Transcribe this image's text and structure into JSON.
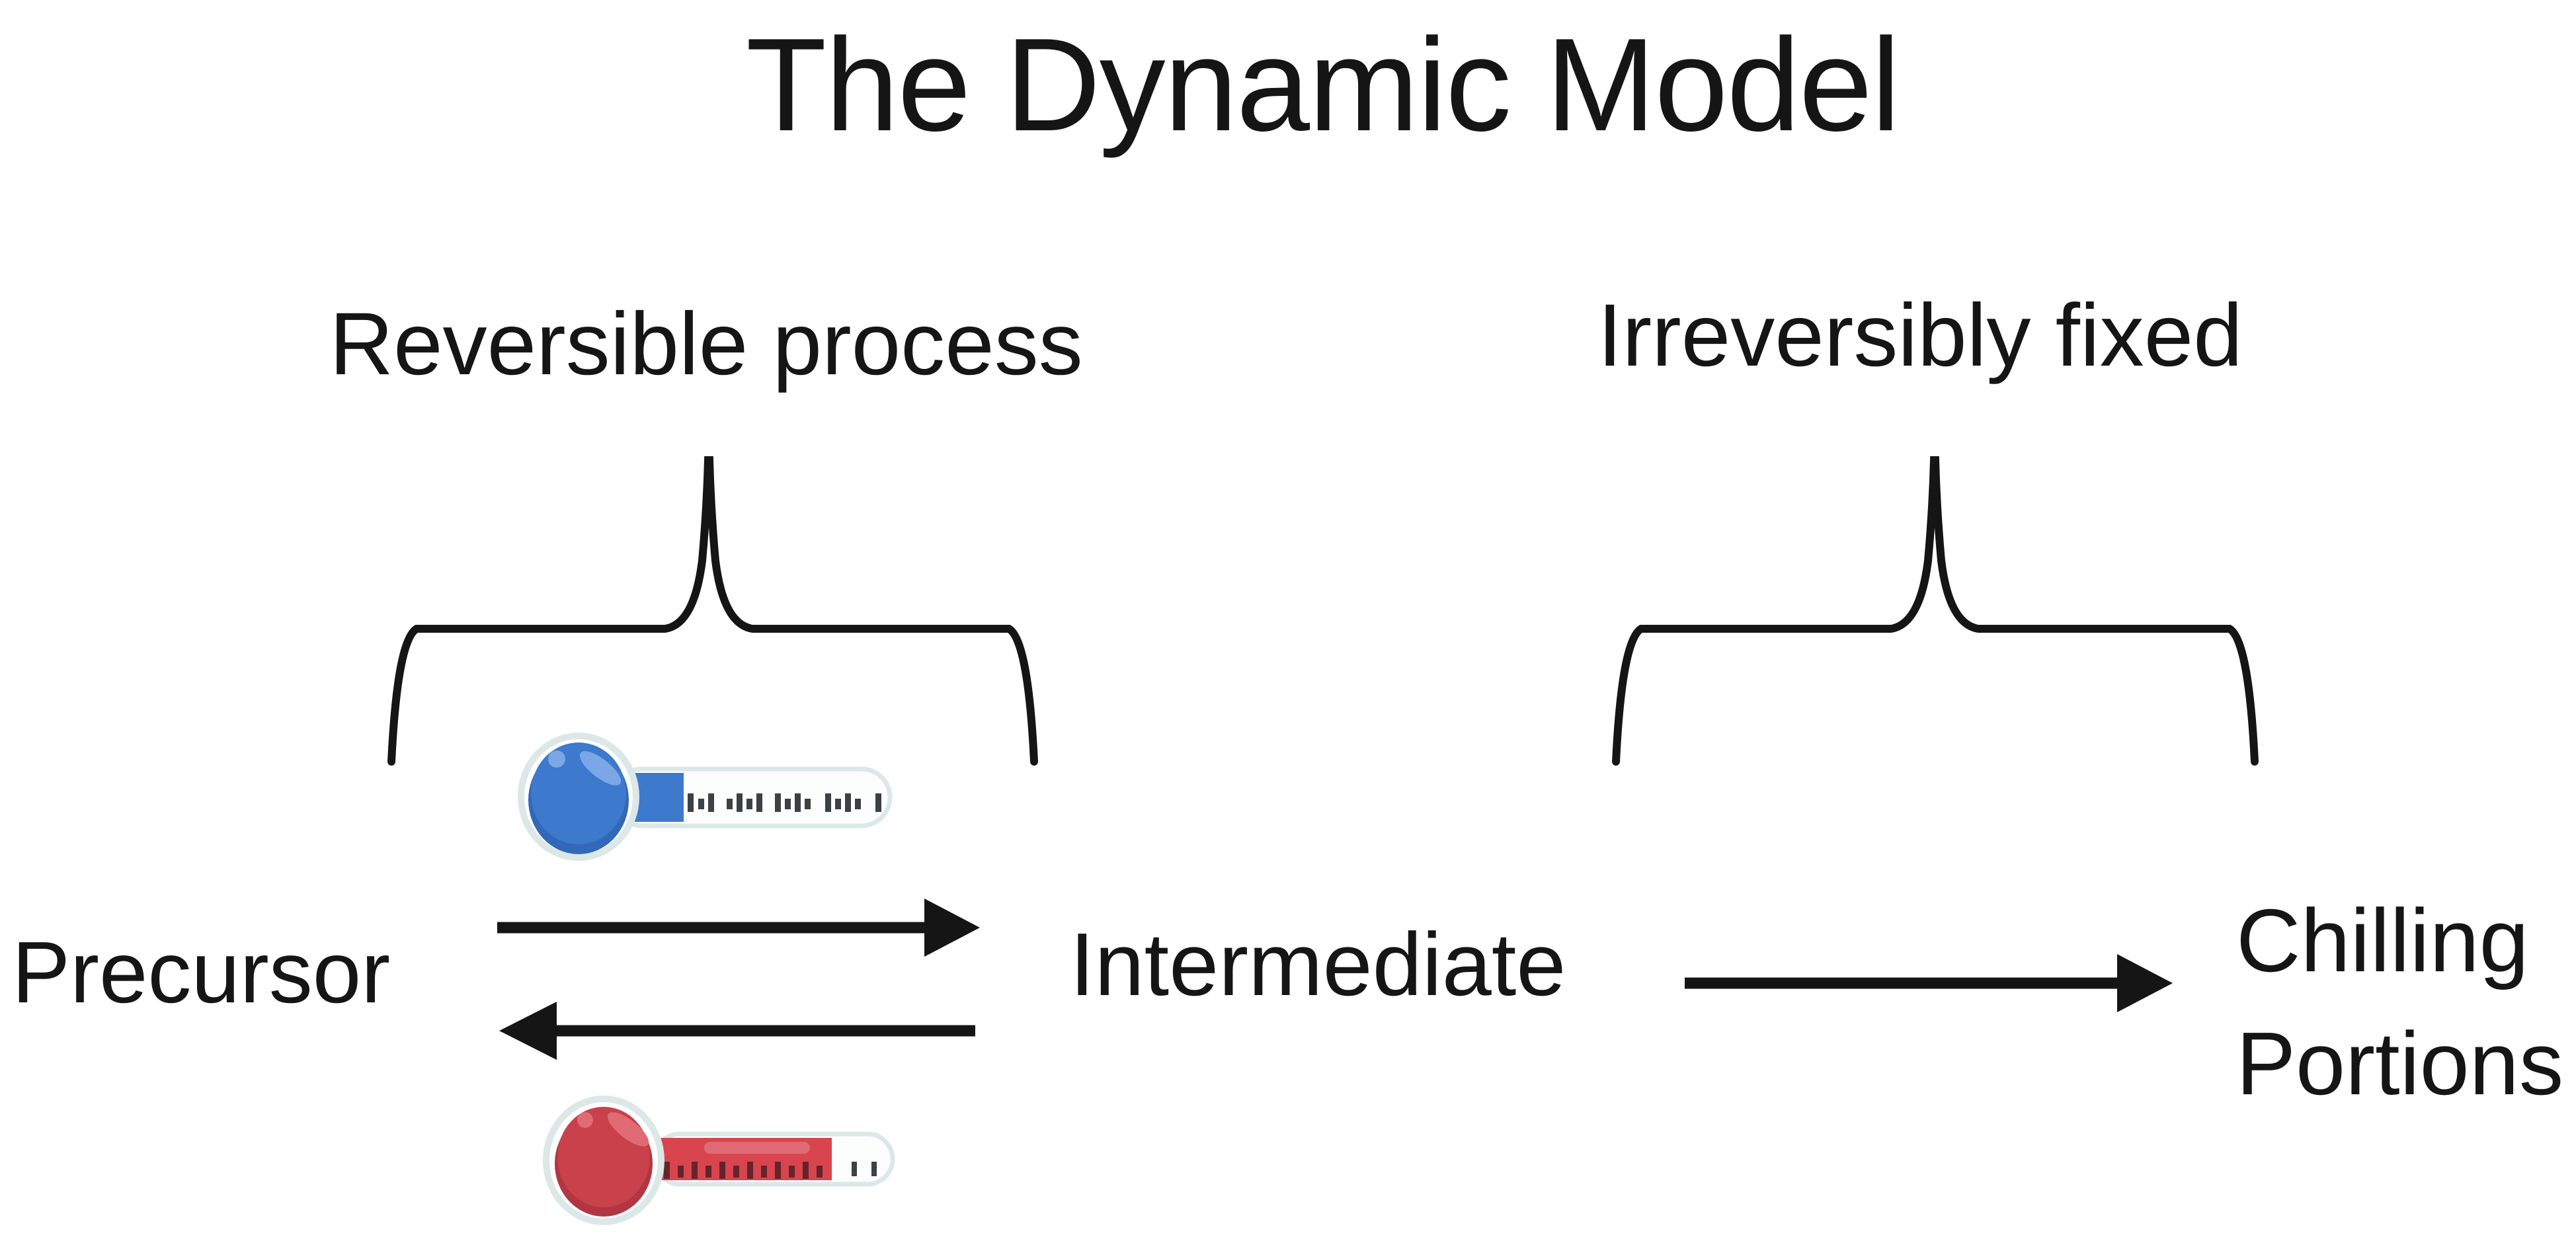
{
  "title": "The Dynamic Model",
  "labels": {
    "reversible": "Reversible process",
    "irreversible": "Irreversibly fixed"
  },
  "nodes": {
    "precursor": "Precursor",
    "intermediate": "Intermediate",
    "chilling_line1": "Chilling",
    "chilling_line2": "Portions"
  },
  "icons": {
    "cold_thermometer": "thermometer-cold-icon",
    "hot_thermometer": "thermometer-hot-icon",
    "brace_left": "overbrace-reversible",
    "brace_right": "overbrace-irreversible",
    "arrow_forward": "arrow-right-forward",
    "arrow_backward": "arrow-left-backward",
    "arrow_to_chilling": "arrow-right-to-chilling"
  },
  "colors": {
    "line": "#151515",
    "text": "#151515",
    "thermometer_blue": "#3d79cc",
    "thermometer_blue_dark": "#3169b8",
    "thermometer_blue_highlight": "#7ba7e6",
    "thermometer_red_fill": "#d8454f",
    "thermometer_red_bulb": "#c8414b",
    "thermometer_red_dark": "#b23641",
    "thermometer_red_highlight": "#e06b74",
    "glass": "#dce7e8",
    "tube_fill": "#fcfefe",
    "tick_dark": "#3c4146",
    "tick_red": "#66232b"
  }
}
